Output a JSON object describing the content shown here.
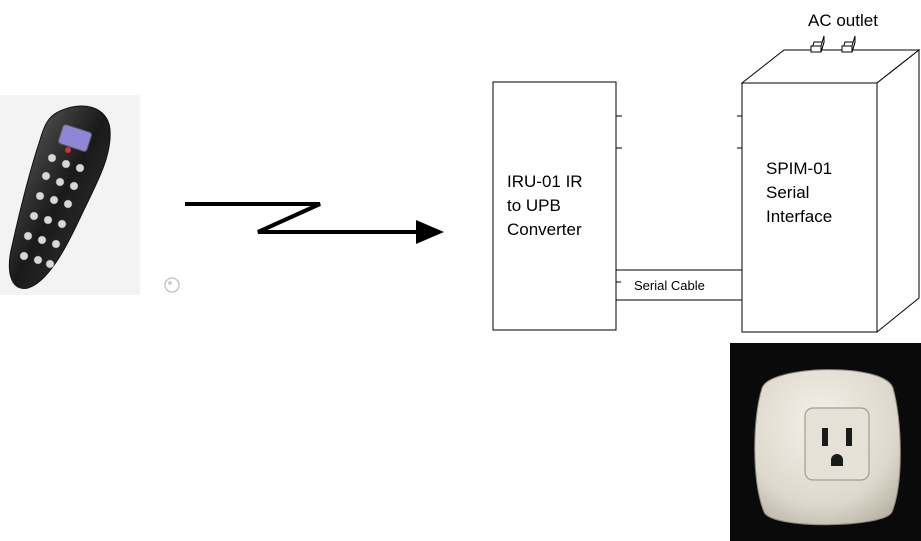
{
  "diagram": {
    "outlet_label": "AC outlet",
    "iru": {
      "line1": "IRU-01 IR",
      "line2": "to UPB",
      "line3": "Converter"
    },
    "spim": {
      "line1": "SPIM-01",
      "line2": "Serial",
      "line3": "Interface"
    },
    "cable_label": "Serial Cable"
  },
  "colors": {
    "line": "#000000",
    "photo_bg": "#0a0a0a",
    "plug_body": "#e8e4dc",
    "remote_body": "#2a2a2a",
    "remote_screen": "#8f86d6"
  },
  "icons": {
    "remote": "universal-remote-photo",
    "plug": "plug-in-module-photo",
    "signal": "ir-signal-zigzag-arrow"
  }
}
